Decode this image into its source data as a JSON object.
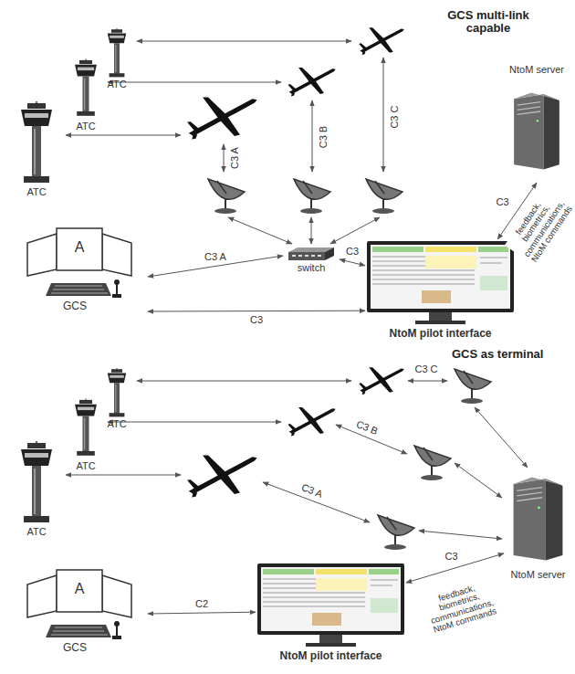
{
  "diagram": {
    "nodes": [
      {
        "text": [
          "ATC"
        ]
      },
      {
        "text": [
          "ATC"
        ]
      },
      {
        "text": [
          "ATC"
        ]
      },
      {
        "text": [
          "A",
          "GCS"
        ]
      },
      {
        "text": [
          "switch"
        ]
      },
      {
        "text": [
          "NtoM pilot interface"
        ]
      },
      {
        "text": [
          "NtoM server"
        ]
      },
      {
        "text": [
          "ATC"
        ]
      },
      {
        "text": [
          "ATC"
        ]
      },
      {
        "text": [
          "ATC"
        ]
      },
      {
        "text": [
          "A",
          "GCS"
        ]
      },
      {
        "text": [
          "NtoM pilot interface"
        ]
      },
      {
        "text": [
          "NtoM server"
        ]
      }
    ],
    "edges": [
      {
        "from": 3,
        "to": 4,
        "arrow": "both",
        "label": "C3 A"
      },
      {
        "from": 4,
        "to": 5,
        "arrow": "both",
        "label": "C3"
      },
      {
        "from": 3,
        "to": 5,
        "arrow": "both",
        "label": "C3"
      },
      {
        "from": 5,
        "to": 6,
        "arrow": "both",
        "label": "C3"
      },
      {
        "from": 10,
        "to": 11,
        "arrow": "both",
        "label": "C2"
      },
      {
        "from": 11,
        "to": 12,
        "arrow": "both",
        "label": "C3"
      }
    ],
    "labels": [
      "GCS multi-link capable",
      "C3 A",
      "C3 B",
      "C3 C",
      "feedback, biometrics, communications, NtoM commands",
      "GCS as terminal",
      "C3 C",
      "C3 B",
      "C3 A",
      "feedback, biometrics, communications, NtoM commands"
    ]
  }
}
